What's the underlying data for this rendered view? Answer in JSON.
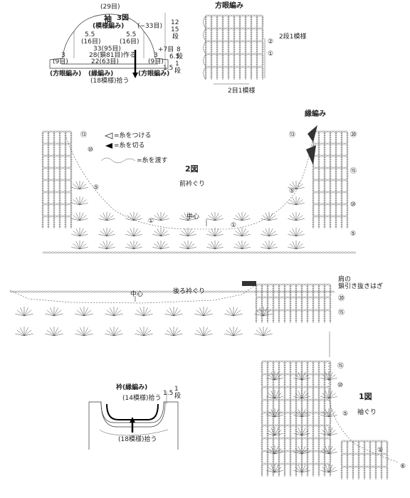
{
  "sleeve": {
    "title": "袖",
    "fig": "3図",
    "pattern": "(模様編み)",
    "top_width": "(29目)",
    "right_width": "(−33目)",
    "left_55": "5.5",
    "left_16": "(16目)",
    "right_55": "5.5",
    "right_16": "(16目)",
    "count_33": "33(95目)",
    "count_28": "28(鎖81目)作る",
    "count_22": "22(63目)",
    "left_3": "3",
    "left_9": "(9目)",
    "right_3": "3",
    "right_9": "(9目)",
    "plus7": "+7目",
    "rows_12": "12",
    "rows_15": "15",
    "rows_dan": "段",
    "rows_8": "8",
    "rows_dan2": "段",
    "rows_65": "6.5",
    "rows_1": "1",
    "rows_15b": "1.5",
    "rows_dan3": "段",
    "bottom_left": "(方眼編み)",
    "bottom_mid": "(縁編み)",
    "bottom_right": "(方眼編み)",
    "pickup": "(18模様)拾う"
  },
  "mesh": {
    "title": "方眼編み",
    "row2": "②",
    "row1": "①",
    "repeat_rows": "2段1模様",
    "repeat_sts": "2目1模様"
  },
  "legend": {
    "edging_title": "縁編み",
    "join": "=糸をつける",
    "cut": "=糸を切る",
    "carry": "=糸を渡す"
  },
  "fig2": {
    "title": "2図",
    "subtitle": "前衿ぐり",
    "center": "中心",
    "rows_left": [
      "⑬",
      "⑩",
      "⑤",
      "①"
    ],
    "rows_right": [
      "⑬",
      "⑳",
      "⑮",
      "⑩",
      "⑤"
    ],
    "row_mid": "①"
  },
  "back": {
    "center": "中心",
    "title": "後ろ衿ぐり",
    "shoulder_line1": "肩の",
    "shoulder_line2": "鎖引き抜きはぎ",
    "rows_right": [
      "⑳",
      "⑮"
    ]
  },
  "fig1": {
    "title": "1図",
    "subtitle": "袖ぐり",
    "rows": [
      "⑮",
      "⑩",
      "⑤",
      "①"
    ],
    "row_far": "⑥"
  },
  "collar": {
    "title": "衿(縁編み)",
    "pickup_top": "(14模様)拾う",
    "pickup_bottom": "(18模様)拾う",
    "rows_15": "1.5",
    "rows_1": "1",
    "rows_dan": "段"
  }
}
